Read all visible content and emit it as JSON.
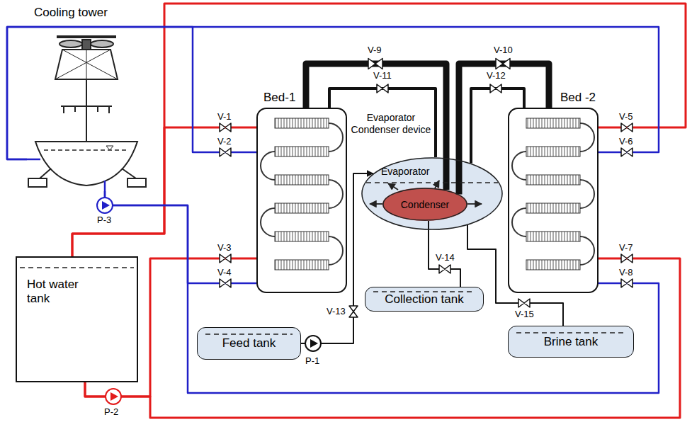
{
  "diagram": {
    "nodes": [
      {
        "text": [
          "Cooling tower"
        ]
      },
      {
        "text": [
          "Bed-1"
        ]
      },
      {
        "text": [
          "Evaporator Condenser device",
          "Evaporator"
        ]
      },
      {
        "text": [
          "Condenser"
        ],
        "in": 2
      },
      {
        "text": [
          "Bed -2"
        ]
      },
      {
        "text": [
          "Hot water tank"
        ]
      },
      {
        "text": [
          "Feed tank"
        ]
      },
      {
        "text": [
          "Collection tank"
        ]
      },
      {
        "text": [
          "Brine tank"
        ]
      }
    ],
    "edges": [
      {
        "from": 1,
        "to": 3,
        "arrow": "none"
      },
      {
        "from": 1,
        "to": 2,
        "arrow": "none"
      },
      {
        "from": 4,
        "to": 3,
        "arrow": "none"
      },
      {
        "from": 4,
        "to": 2,
        "arrow": "none"
      },
      {
        "from": 6,
        "to": 2,
        "arrow": "to"
      },
      {
        "from": 3,
        "to": 7,
        "arrow": "none"
      },
      {
        "from": 2,
        "to": 8,
        "arrow": "none"
      },
      {
        "from": 5,
        "to": 1,
        "arrow": "none"
      },
      {
        "from": 5,
        "to": 4,
        "arrow": "none"
      },
      {
        "from": 5,
        "to": 1,
        "arrow": "none"
      },
      {
        "from": 5,
        "to": 4,
        "arrow": "none"
      },
      {
        "from": 0,
        "to": 1,
        "arrow": "none"
      },
      {
        "from": 0,
        "to": 4,
        "arrow": "none"
      },
      {
        "from": 0,
        "to": 1,
        "arrow": "none"
      },
      {
        "from": 0,
        "to": 4,
        "arrow": "none"
      }
    ],
    "labels": [
      "V-9",
      "V-10",
      "V-11",
      "V-12",
      "V-1",
      "V-2",
      "V-5",
      "V-6",
      "V-3",
      "V-4",
      "V-7",
      "V-8",
      "P-3",
      "V-13",
      "V-14",
      "V-15",
      "P-1",
      "P-2"
    ]
  }
}
